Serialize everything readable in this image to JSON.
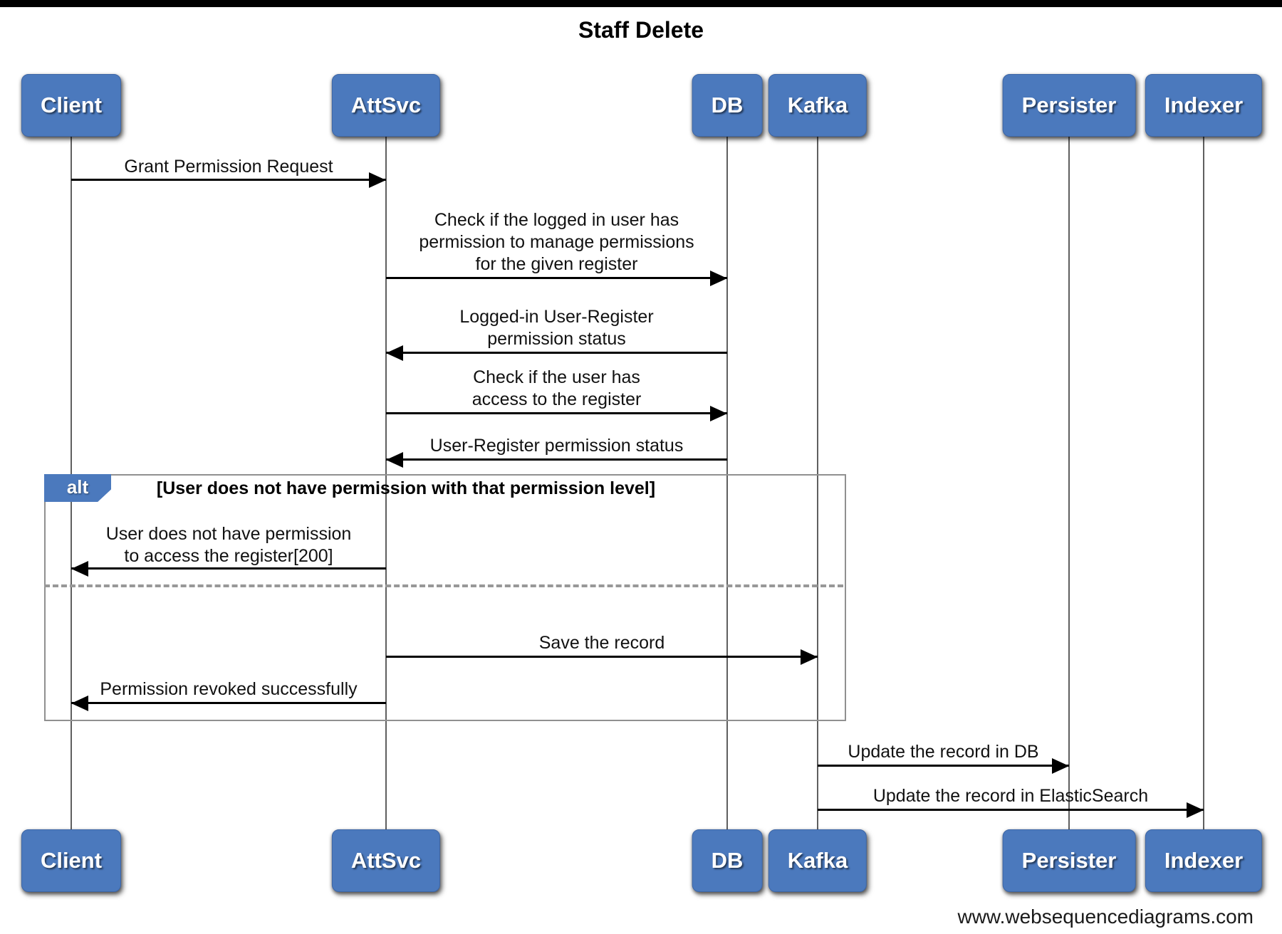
{
  "title": "Staff Delete",
  "footer": "www.websequencediagrams.com",
  "actors": [
    {
      "name": "Client"
    },
    {
      "name": "AttSvc"
    },
    {
      "name": "DB"
    },
    {
      "name": "Kafka"
    },
    {
      "name": "Persister"
    },
    {
      "name": "Indexer"
    }
  ],
  "messages": [
    {
      "from": "Client",
      "to": "AttSvc",
      "text": "Grant Permission Request"
    },
    {
      "from": "AttSvc",
      "to": "DB",
      "text": "Check if the logged in user has\npermission to manage permissions\nfor the given register"
    },
    {
      "from": "DB",
      "to": "AttSvc",
      "text": "Logged-in User-Register\npermission status"
    },
    {
      "from": "AttSvc",
      "to": "DB",
      "text": "Check if the user has\naccess to the register"
    },
    {
      "from": "DB",
      "to": "AttSvc",
      "text": "User-Register permission status"
    },
    {
      "from": "AttSvc",
      "to": "Client",
      "text": "User does not have permission\nto access the register[200]"
    },
    {
      "from": "AttSvc",
      "to": "Kafka",
      "text": "Save the record"
    },
    {
      "from": "AttSvc",
      "to": "Client",
      "text": "Permission revoked successfully"
    },
    {
      "from": "Kafka",
      "to": "Persister",
      "text": "Update the record in DB"
    },
    {
      "from": "Kafka",
      "to": "Indexer",
      "text": "Update the record in ElasticSearch"
    }
  ],
  "alt_fragment": {
    "label": "alt",
    "guard": "[User does not have permission with that permission level]"
  },
  "colors": {
    "actor_fill": "#4b79bd",
    "actor_text": "#ffffff",
    "frame_border": "#909090",
    "lifeline": "#5f5f5f",
    "arrow": "#000000",
    "top_bar": "#000000"
  }
}
